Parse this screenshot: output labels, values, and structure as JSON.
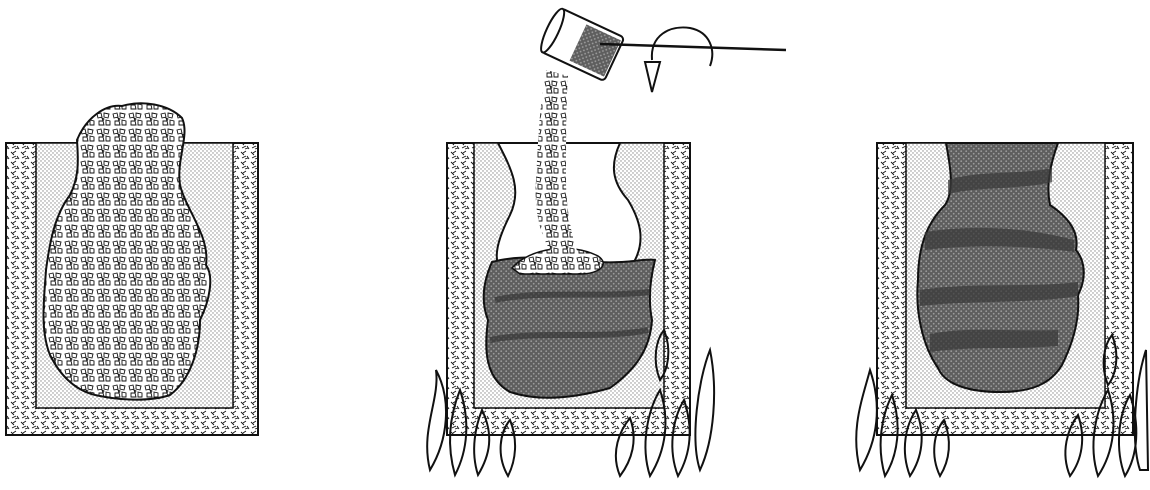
{
  "figure": {
    "panels": [
      {
        "id": "panel-1",
        "stage": "filled-with-granules"
      },
      {
        "id": "panel-2",
        "stage": "pouring-granules-while-heating"
      },
      {
        "id": "panel-3",
        "stage": "fused-mass-while-heating"
      }
    ],
    "colors": {
      "ink": "#111111",
      "paper": "#ffffff",
      "sand_dots": "#9a9a9a",
      "melt_fill": "#6f6f6f",
      "melt_dark": "#3f3f3f"
    }
  }
}
